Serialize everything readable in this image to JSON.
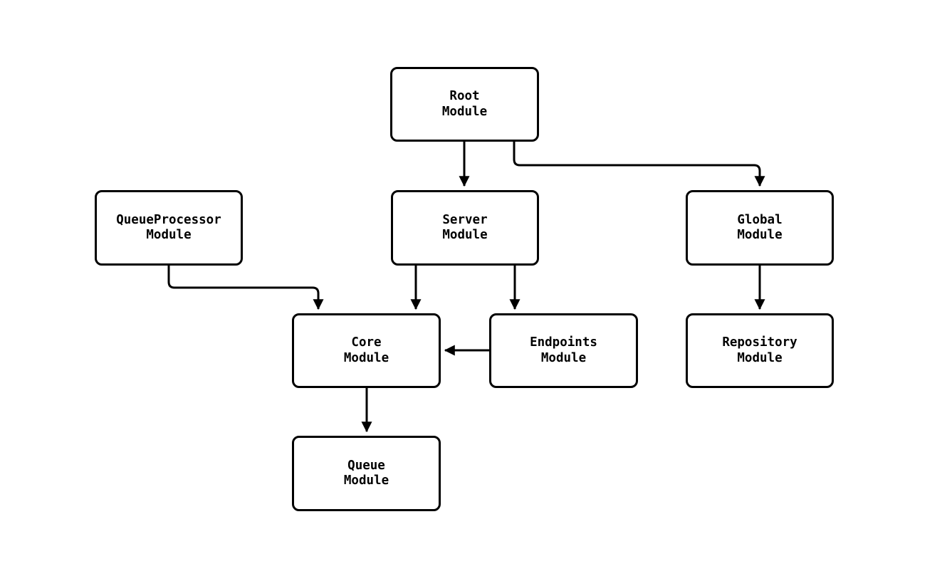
{
  "diagram": {
    "type": "module-dependency-graph",
    "colors": {
      "background": "#ffffff",
      "node_fill": "#ffffff",
      "node_border": "#000000",
      "edge_stroke": "#000000",
      "text": "#000000"
    },
    "nodes": [
      {
        "id": "root",
        "line1": "Root",
        "line2": "Module"
      },
      {
        "id": "queueprocessor",
        "line1": "QueueProcessor",
        "line2": "Module"
      },
      {
        "id": "server",
        "line1": "Server",
        "line2": "Module"
      },
      {
        "id": "global",
        "line1": "Global",
        "line2": "Module"
      },
      {
        "id": "core",
        "line1": "Core",
        "line2": "Module"
      },
      {
        "id": "endpoints",
        "line1": "Endpoints",
        "line2": "Module"
      },
      {
        "id": "repository",
        "line1": "Repository",
        "line2": "Module"
      },
      {
        "id": "queue",
        "line1": "Queue",
        "line2": "Module"
      }
    ],
    "edges": [
      {
        "from": "root",
        "to": "server"
      },
      {
        "from": "root",
        "to": "global"
      },
      {
        "from": "queueprocessor",
        "to": "core"
      },
      {
        "from": "server",
        "to": "core"
      },
      {
        "from": "server",
        "to": "endpoints"
      },
      {
        "from": "global",
        "to": "repository"
      },
      {
        "from": "endpoints",
        "to": "core"
      },
      {
        "from": "core",
        "to": "queue"
      }
    ]
  }
}
